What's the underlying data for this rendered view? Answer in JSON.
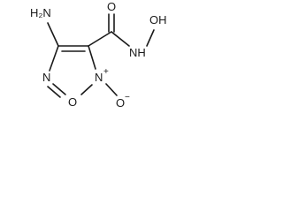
{
  "molecule": {
    "colors": {
      "bond": "#1a1a1a",
      "background": "#ffffff"
    },
    "labels": {
      "h2n": "H₂N",
      "o_ring": "O",
      "n_left": "N",
      "n_oxide": "N",
      "n_oxide_charge": "+",
      "o_oxide": "O",
      "o_oxide_charge": "−",
      "o_carbonyl": "O",
      "nh": "NH",
      "oh": "OH"
    }
  }
}
